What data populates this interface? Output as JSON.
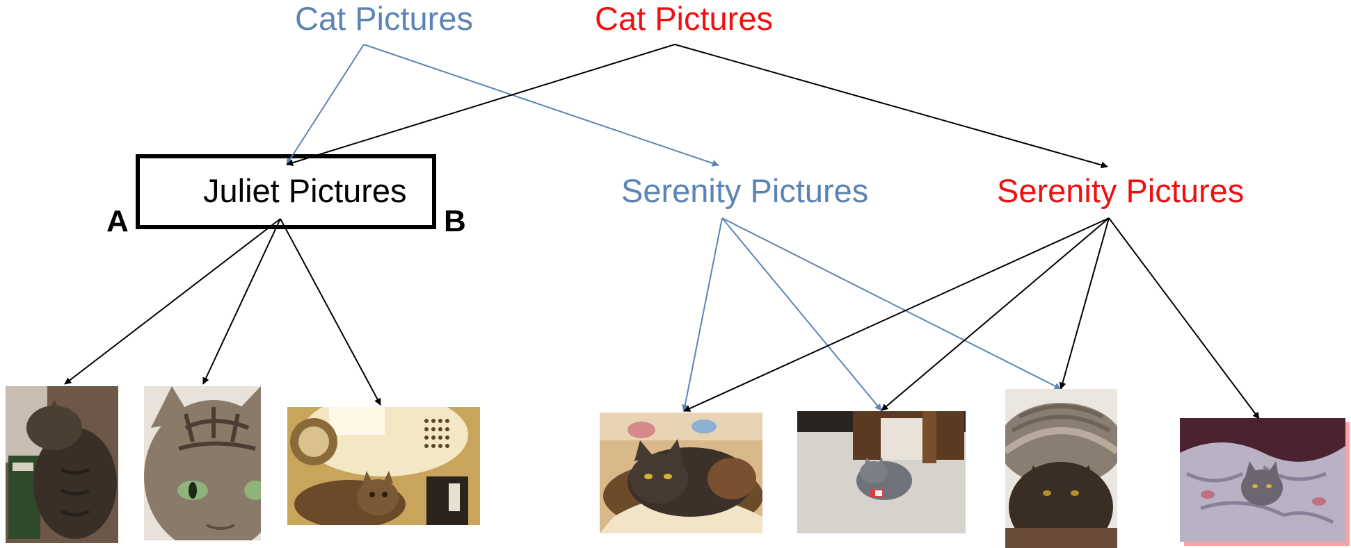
{
  "colors": {
    "version_a": "#5b84b4",
    "version_b": "#ef1010",
    "edge_default": "#000000",
    "frame_highlight": "#f5a3a3"
  },
  "nodes": {
    "cat_pictures_a": {
      "label": "Cat Pictures",
      "color": "#5b84b4"
    },
    "cat_pictures_b": {
      "label": "Cat Pictures",
      "color": "#ef1010"
    },
    "juliet_pictures": {
      "label": "Juliet Pictures",
      "color": "#000000"
    },
    "serenity_pictures_a": {
      "label": "Serenity Pictures",
      "color": "#5b84b4"
    },
    "serenity_pictures_b": {
      "label": "Serenity Pictures",
      "color": "#ef1010"
    }
  },
  "markers": {
    "left": "A",
    "right": "B"
  },
  "photos": [
    {
      "id": "juliet-photo-1",
      "subject": "tabby cat lying on books"
    },
    {
      "id": "juliet-photo-2",
      "subject": "tabby cat face close-up"
    },
    {
      "id": "juliet-photo-3",
      "subject": "tabby cat inside a dryer"
    },
    {
      "id": "serenity-photo-1",
      "subject": "gray cat on a cushion"
    },
    {
      "id": "serenity-photo-2",
      "subject": "gray cat on a carpet"
    },
    {
      "id": "serenity-photo-3",
      "subject": "gray cat under a knitted hat"
    },
    {
      "id": "serenity-photo-4",
      "subject": "gray cat in a blanket"
    }
  ],
  "edges": [
    {
      "from": "cat_pictures_a",
      "to": "juliet_pictures",
      "color": "#5b84b4"
    },
    {
      "from": "cat_pictures_a",
      "to": "serenity_pictures_a",
      "color": "#5b84b4"
    },
    {
      "from": "cat_pictures_b",
      "to": "juliet_pictures",
      "color": "#000000"
    },
    {
      "from": "cat_pictures_b",
      "to": "serenity_pictures_b",
      "color": "#000000"
    },
    {
      "from": "juliet_pictures",
      "to": "juliet-photo-1",
      "color": "#000000"
    },
    {
      "from": "juliet_pictures",
      "to": "juliet-photo-2",
      "color": "#000000"
    },
    {
      "from": "juliet_pictures",
      "to": "juliet-photo-3",
      "color": "#000000"
    },
    {
      "from": "serenity_pictures_a",
      "to": "serenity-photo-1",
      "color": "#5b84b4"
    },
    {
      "from": "serenity_pictures_a",
      "to": "serenity-photo-2",
      "color": "#5b84b4"
    },
    {
      "from": "serenity_pictures_a",
      "to": "serenity-photo-3",
      "color": "#5b84b4"
    },
    {
      "from": "serenity_pictures_b",
      "to": "serenity-photo-1",
      "color": "#000000"
    },
    {
      "from": "serenity_pictures_b",
      "to": "serenity-photo-2",
      "color": "#000000"
    },
    {
      "from": "serenity_pictures_b",
      "to": "serenity-photo-3",
      "color": "#000000"
    },
    {
      "from": "serenity_pictures_b",
      "to": "serenity-photo-4",
      "color": "#000000"
    }
  ]
}
